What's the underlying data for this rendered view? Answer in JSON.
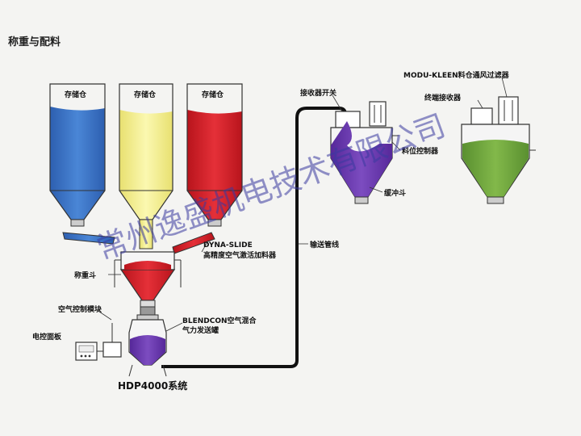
{
  "title": "称重与配料",
  "system_name": "HDP4000系统",
  "labels": {
    "silo1": "存储仓",
    "silo2": "存储仓",
    "silo3": "存储仓",
    "dyna_line1": "DYNA-SLIDE",
    "dyna_line2": "高精度空气激活加料器",
    "weigh_hopper": "称重斗",
    "air_module": "空气控制模块",
    "control_panel": "电控面板",
    "blendcon_line1": "BLENDCON空气混合",
    "blendcon_line2": "气力发送罐",
    "conveying_line": "输送管线",
    "receiver_switch": "接收器开关",
    "level_controller": "料位控制器",
    "buffer_hopper": "缓冲斗",
    "terminal_receiver": "终端接收器",
    "modu_kleen": "MODU-KLEEN料仓通风过滤器"
  },
  "watermark": "常州逸盛机电技术有限公司",
  "colors": {
    "silo_blue": "#3a74c6",
    "silo_yellow": "#f3ef8a",
    "silo_red": "#d8202a",
    "blend_purple": "#6a3aa8",
    "green": "#6aa33a",
    "pipe": "#111111"
  }
}
